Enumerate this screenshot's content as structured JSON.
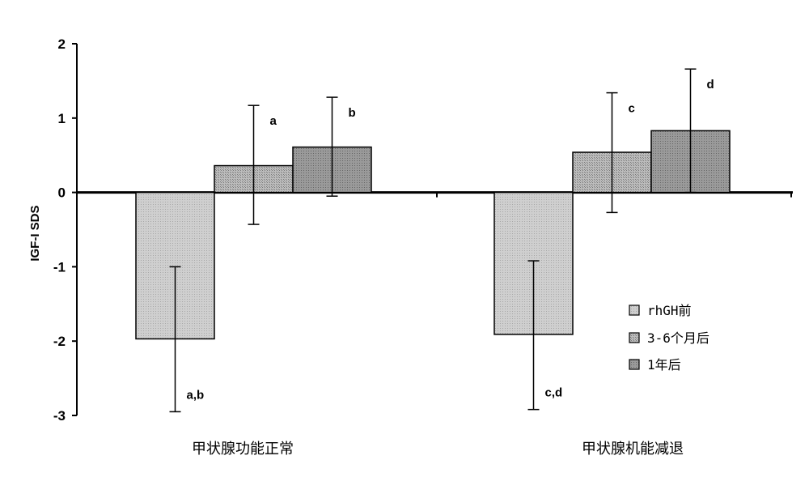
{
  "chart_data": {
    "type": "bar",
    "ylabel": "IGF-I SDS",
    "ylim": [
      -3,
      2
    ],
    "yticks": [
      -3,
      -2,
      -1,
      0,
      1,
      2
    ],
    "categories": [
      "甲状腺功能正常",
      "甲状腺机能减退"
    ],
    "series": [
      {
        "name": "rhGH前",
        "values": [
          -1.97,
          -1.91
        ],
        "err_low": [
          -2.95,
          -2.92
        ],
        "err_high": [
          -1.0,
          -0.92
        ],
        "labels": [
          "a,b",
          "c,d"
        ],
        "color": "#c8c8c8"
      },
      {
        "name": "3-6个月后",
        "values": [
          0.36,
          0.54
        ],
        "err_low": [
          -0.43,
          -0.27
        ],
        "err_high": [
          1.17,
          1.34
        ],
        "labels": [
          "a",
          "c"
        ],
        "color": "#b4b4b4"
      },
      {
        "name": "1年后",
        "values": [
          0.61,
          0.83
        ],
        "err_low": [
          -0.05,
          0.0
        ],
        "err_high": [
          1.28,
          1.66
        ],
        "labels": [
          "b",
          "d"
        ],
        "color": "#8c8c8c"
      }
    ],
    "legend": "right"
  }
}
